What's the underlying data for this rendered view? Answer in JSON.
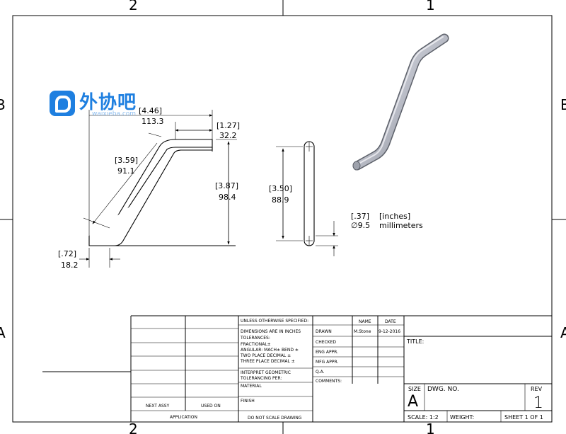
{
  "zones": {
    "top_left": "2",
    "top_right": "1",
    "bottom_left": "2",
    "bottom_right": "1",
    "left_b": "B",
    "right_b": "B",
    "left_a": "A",
    "right_a": "A"
  },
  "watermark": {
    "text": "外协吧",
    "sub": "waixieba.com"
  },
  "dims": {
    "overall_in": "[4.46]",
    "overall_mm": "113.3",
    "top_in": "[1.27]",
    "top_mm": "32.2",
    "diag_in": "[3.59]",
    "diag_mm": "91.1",
    "height_in": "[3.87]",
    "height_mm": "98.4",
    "bottom_in": "[.72]",
    "bottom_mm": "18.2",
    "hole_in": "[3.50]",
    "hole_mm": "88.9",
    "dia_in": "[.37]",
    "dia_mm": "∅9.5",
    "unit_in": "[inches]",
    "unit_mm": "millimeters"
  },
  "title_block": {
    "unless": "UNLESS OTHERWISE SPECIFIED:",
    "dims_in": "DIMENSIONS ARE IN INCHES",
    "tol": "TOLERANCES:",
    "frac": "FRACTIONAL±",
    "ang": "ANGULAR: MACH±    BEND ±",
    "two": "TWO PLACE DECIMAL   ±",
    "three": "THREE PLACE DECIMAL  ±",
    "interp": "INTERPRET GEOMETRIC",
    "tolper": "TOLERANCING PER:",
    "material": "MATERIAL",
    "finish": "FINISH",
    "noscale": "DO NOT SCALE DRAWING",
    "next_assy": "NEXT ASSY",
    "used_on": "USED ON",
    "application": "APPLICATION",
    "name": "NAME",
    "date": "DATE",
    "drawn": "DRAWN",
    "drawn_name": "M.Stone",
    "drawn_date": "9-12-2016",
    "checked": "CHECKED",
    "eng": "ENG APPR.",
    "mfg": "MFG APPR.",
    "qa": "Q.A.",
    "comments": "COMMENTS:",
    "title": "TITLE:",
    "size": "SIZE",
    "size_val": "A",
    "dwg_no": "DWG.  NO.",
    "rev": "REV",
    "rev_val": "1",
    "scale": "SCALE: 1:2",
    "weight": "WEIGHT:",
    "sheet": "SHEET 1 OF 1"
  }
}
